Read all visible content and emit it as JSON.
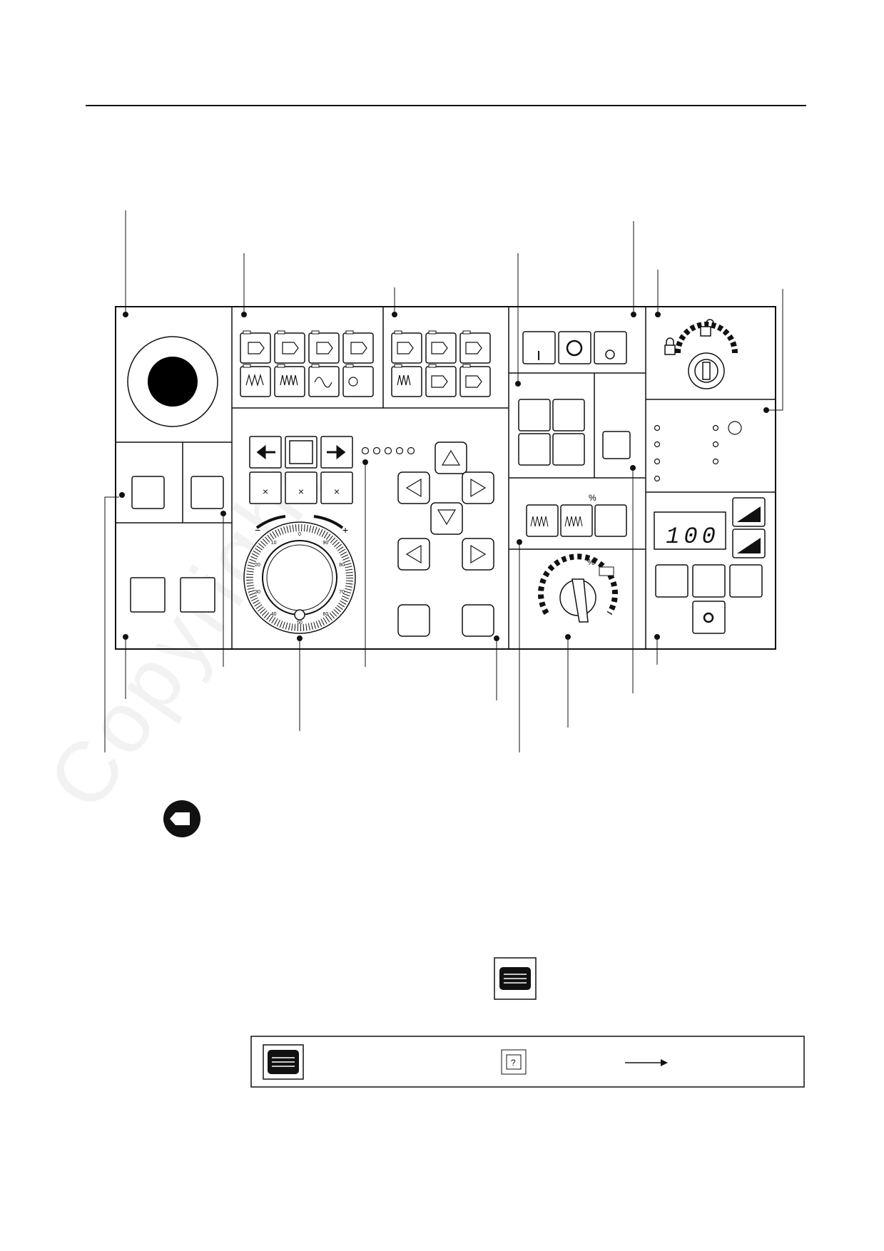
{
  "watermark": "Copyright",
  "spindle_override_display": "100",
  "handwheel_scale_labels": [
    "10",
    "0",
    "90",
    "80",
    "70",
    "60",
    "50",
    "40",
    "30",
    "20"
  ],
  "handwheel_sign_minus": "−",
  "handwheel_sign_plus": "+",
  "feed_override_unit": "%",
  "rapid_override_unit": "%",
  "colors": {
    "line": "#111111",
    "panel": "#ffffff",
    "estop": "#000000"
  },
  "icons": [
    "emergency-stop-icon",
    "menu-softkey-icon",
    "help-icon",
    "arrow-right-icon",
    "key-switch-icon",
    "lock-icon",
    "unlock-icon",
    "handwheel-icon",
    "arrow-left-icon",
    "arrow-right-icon"
  ]
}
